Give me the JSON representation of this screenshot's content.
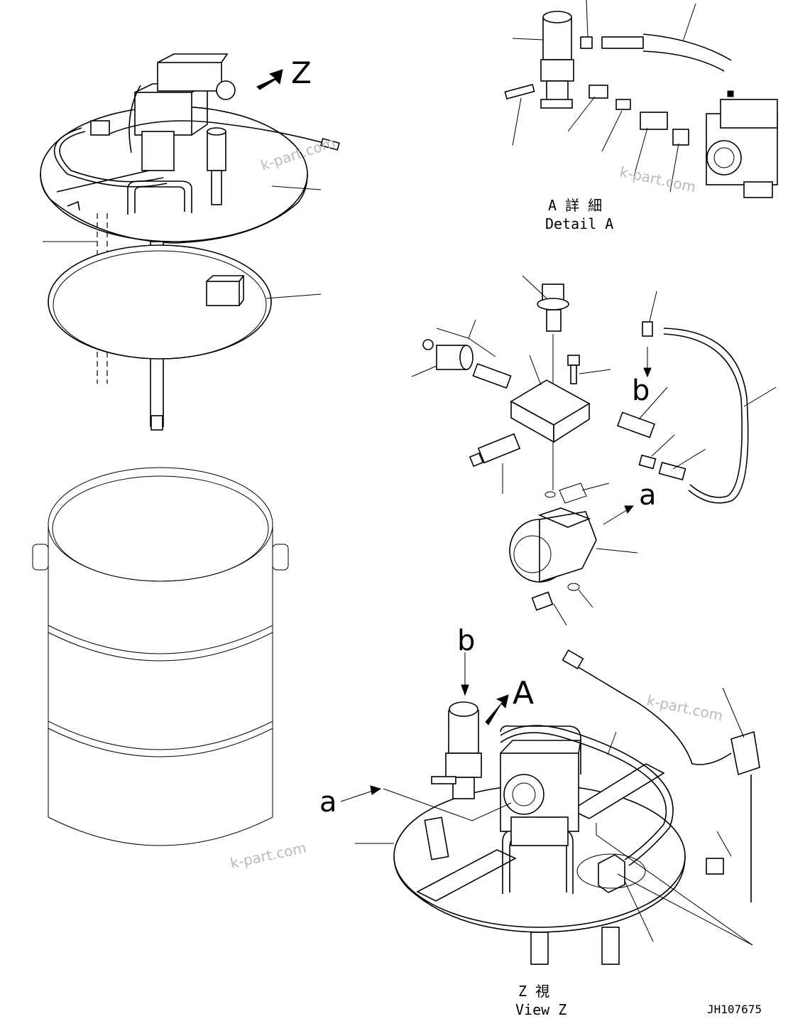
{
  "letters": {
    "view_z_pointer": "Z",
    "detail_a_pointer": "A",
    "port_a_upper": "a",
    "port_b_upper": "b",
    "port_a_lower": "a",
    "port_b_lower": "b"
  },
  "captions": {
    "detail_a_jp": "A 詳 細",
    "detail_a_en": "Detail A",
    "view_z_jp": "Z  視",
    "view_z_en": "View Z"
  },
  "drawing_number": "JH107675",
  "watermarks": [
    "k-part.com",
    "k-part.com",
    "k-part.com",
    "k-part.com"
  ]
}
